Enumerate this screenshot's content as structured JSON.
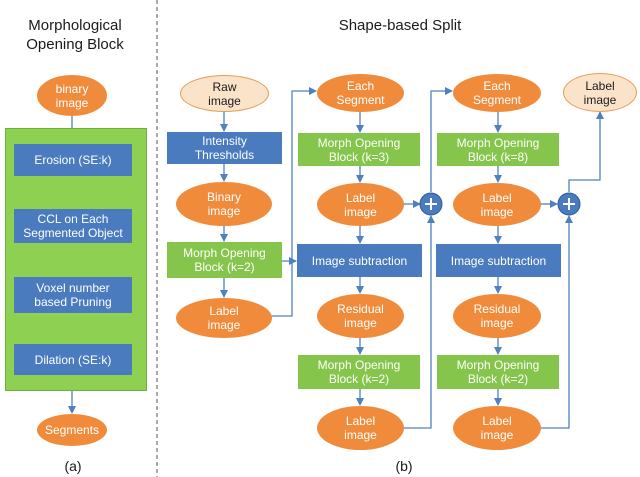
{
  "panel_a": {
    "title": "Morphological\nOpening Block",
    "caption": "(a)",
    "nodes": {
      "binary_image": "binary\nimage",
      "erosion": "Erosion (SE:k)",
      "ccl": "CCL on Each\nSegmented Object",
      "voxel": "Voxel number\nbased Pruning",
      "dilation": "Dilation (SE:k)",
      "segments": "Segments"
    }
  },
  "panel_b": {
    "title": "Shape-based Split",
    "caption": "(b)",
    "col1": {
      "raw_image": "Raw\nimage",
      "intensity": "Intensity\nThresholds",
      "binary_image": "Binary\nimage",
      "morph": "Morph Opening\nBlock (k=2)",
      "label_image": "Label\nimage"
    },
    "col2": {
      "each_segment": "Each\nSegment",
      "morph_top": "Morph Opening\nBlock (k=3)",
      "label_top": "Label\nimage",
      "subtraction": "Image subtraction",
      "residual": "Residual\nimage",
      "morph_bottom": "Morph Opening\nBlock (k=2)",
      "label_bottom": "Label\nimage"
    },
    "col3": {
      "each_segment": "Each\nSegment",
      "morph_top": "Morph Opening\nBlock (k=8)",
      "label_top": "Label\nimage",
      "subtraction": "Image subtraction",
      "residual": "Residual\nimage",
      "morph_bottom": "Morph Opening\nBlock (k=2)",
      "label_bottom": "Label\nimage"
    },
    "final_label": "Label\nimage"
  },
  "colors": {
    "orange": "#f08b3c",
    "orange_light": "#fbe3ca",
    "blue": "#4a7bbf",
    "green": "#86c54c",
    "panel_green": "#8ed152",
    "arrow": "#4f81bd"
  }
}
